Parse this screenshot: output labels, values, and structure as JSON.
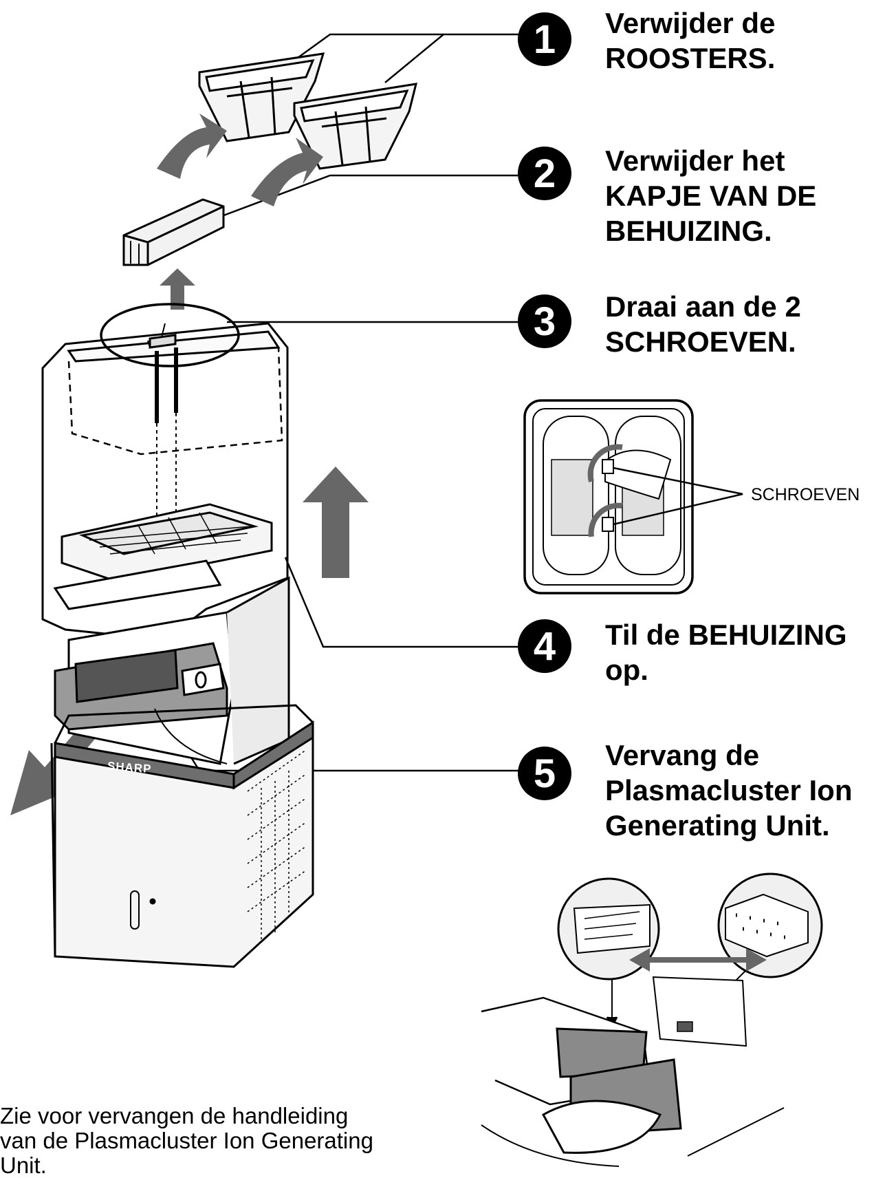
{
  "steps": [
    {
      "number": "1",
      "lines": [
        "Verwijder de",
        "ROOSTERS."
      ]
    },
    {
      "number": "2",
      "lines": [
        "Verwijder het",
        "KAPJE VAN DE",
        "BEHUIZING."
      ]
    },
    {
      "number": "3",
      "lines": [
        "Draai aan de 2",
        "SCHROEVEN."
      ]
    },
    {
      "number": "4",
      "lines": [
        "Til de BEHUIZING",
        "op."
      ]
    },
    {
      "number": "5",
      "lines": [
        "Vervang de",
        "Plasmacluster Ion",
        "Generating Unit."
      ]
    }
  ],
  "screw_callout": "SCHROEVEN",
  "brand": "SHARP",
  "footnote": [
    "Zie voor vervangen de handleiding",
    "van de Plasmacluster Ion Generating",
    "Unit."
  ],
  "colors": {
    "ink": "#000000",
    "arrow": "#666666",
    "panel": "#ededed",
    "band": "#6e6e6e"
  }
}
